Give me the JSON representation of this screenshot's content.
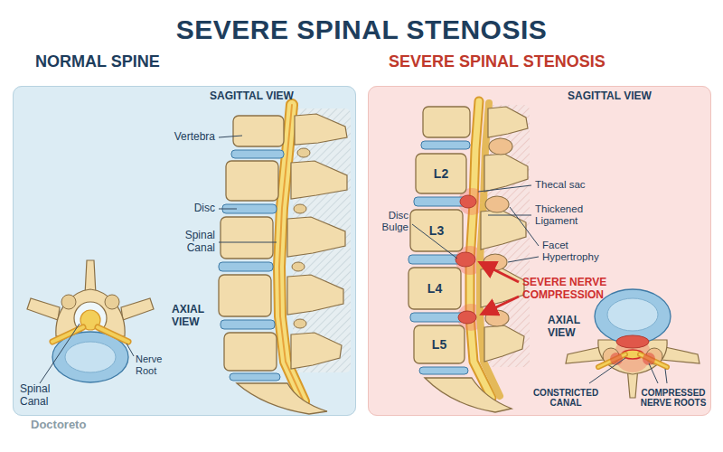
{
  "diagram": {
    "title": "SEVERE SPINAL STENOSIS",
    "nodes": [
      {
        "text": [
          "NORMAL SPINE"
        ]
      },
      {
        "text": [
          "SEVERE SPINAL STENOSIS"
        ]
      }
    ],
    "labels": [
      "SAGITTAL VIEW",
      "Vertebra",
      "Disc",
      "Spinal Canal",
      "AXIAL VIEW",
      "Spinal Canal",
      "Nerve Root",
      "SAGITTAL VIEW",
      "L2",
      "L3",
      "L4",
      "L5",
      "Thecal sac",
      "Thickened Ligament",
      "Facet Hypertrophy",
      "Disc Bulge",
      "SEVERE NERVE COMPRESSION",
      "AXIAL VIEW",
      "CONSTRICTED CANAL",
      "COMPRESSED NERVE ROOTS",
      "Doctoreto"
    ]
  }
}
